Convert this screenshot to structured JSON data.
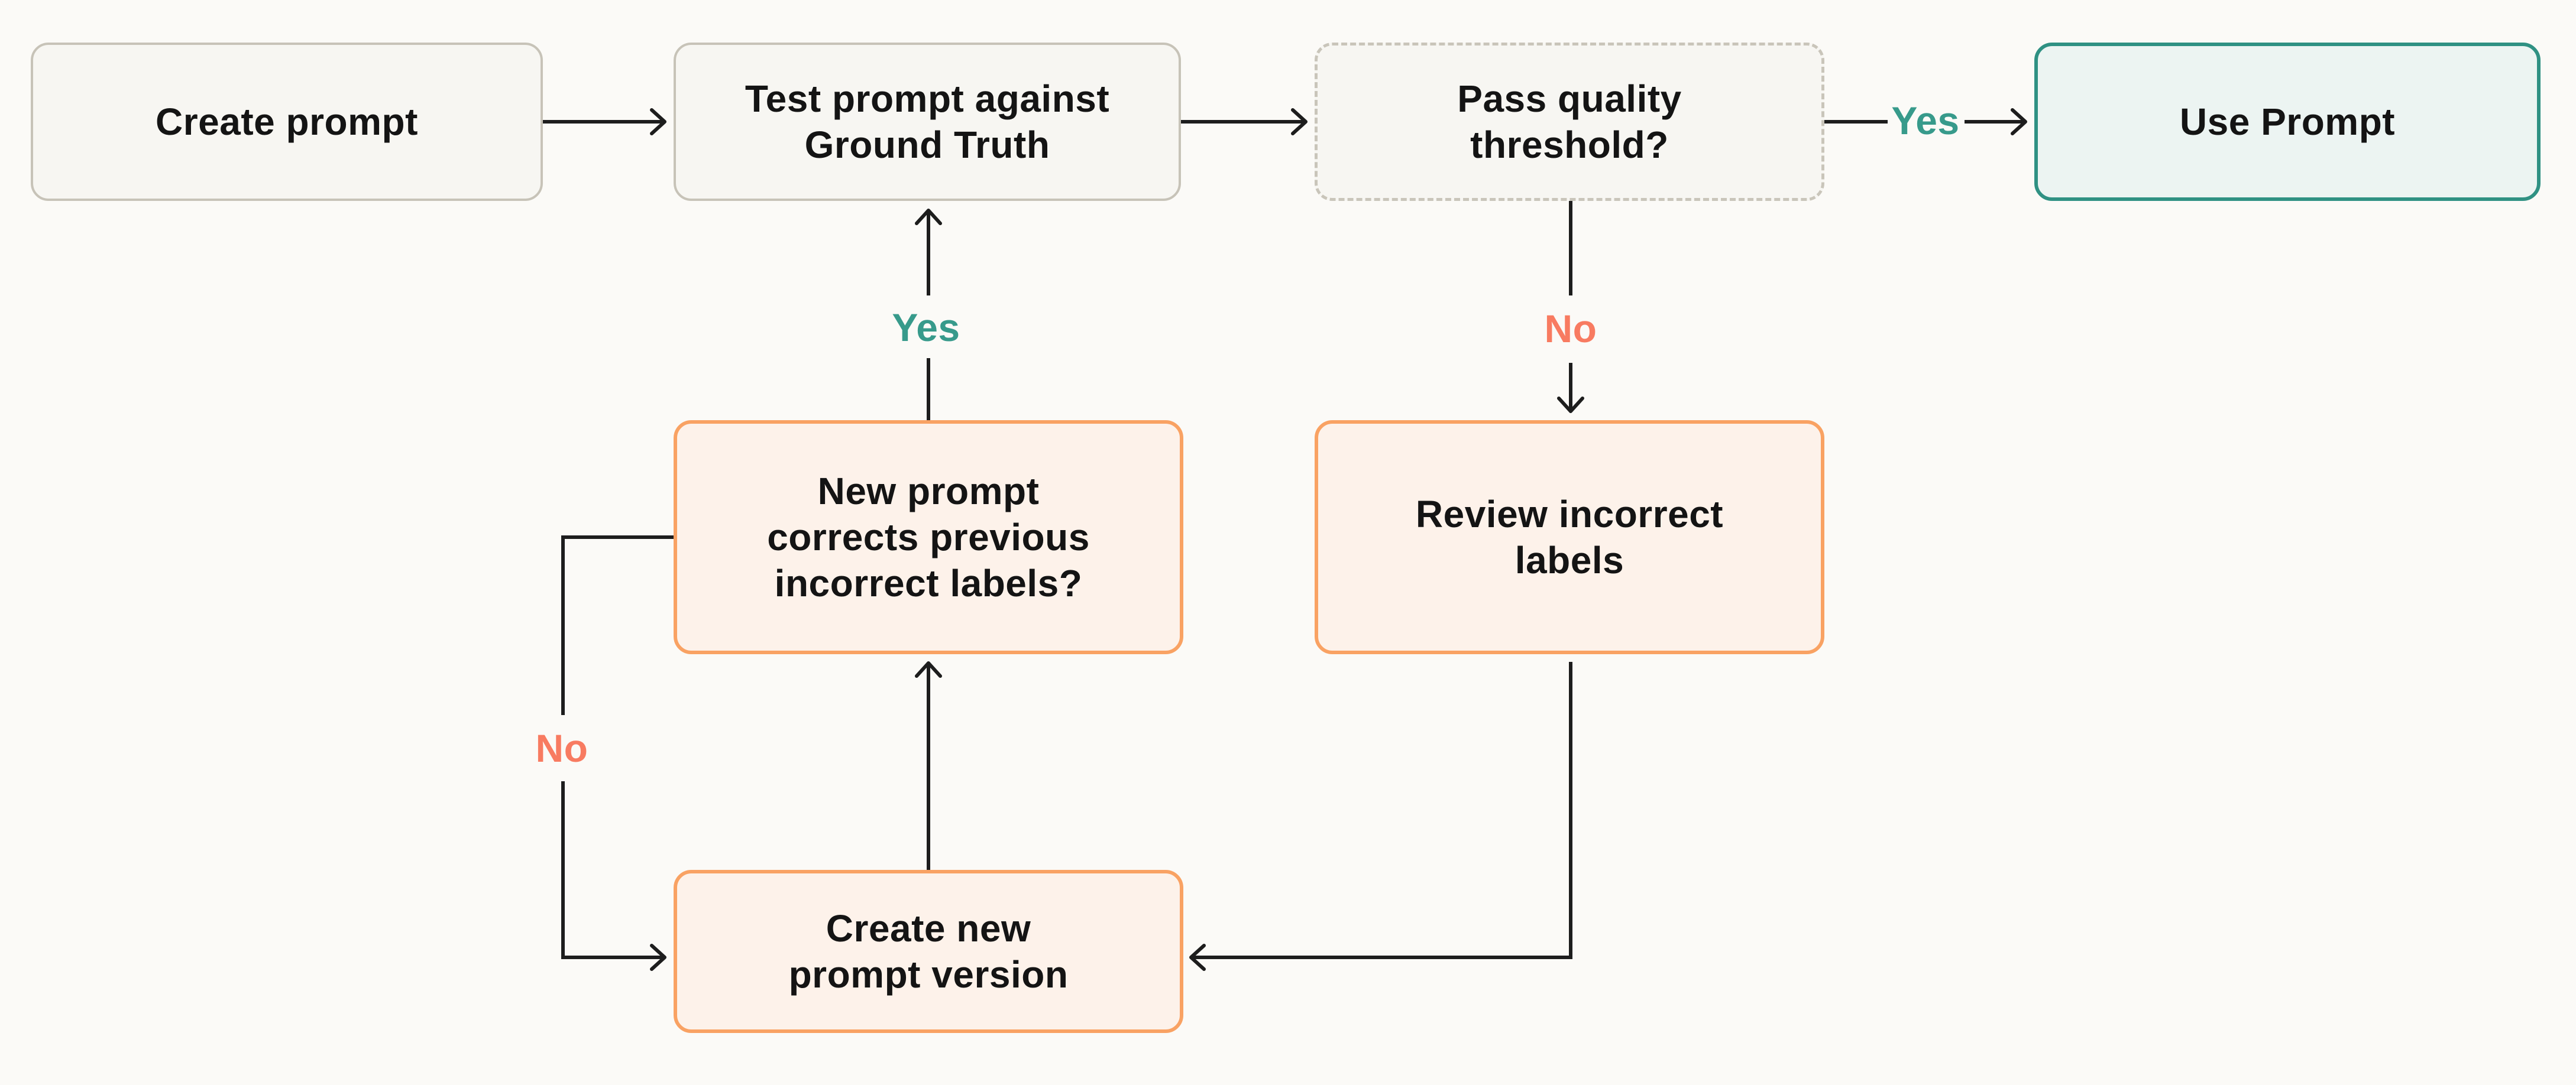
{
  "diagram": {
    "description": "Prompt iteration flowchart",
    "background": "#fbfaf7"
  },
  "palette": {
    "neutral_fill": "#f7f6f2",
    "neutral_border": "#c7c3b8",
    "dashed_border": "#c9c5ba",
    "success_fill": "#ecf4f2",
    "success_border": "#2f9183",
    "warning_fill": "#fdf2ea",
    "warning_border": "#f9a263",
    "yes_label_color": "#379a8b",
    "no_label_color": "#f87b61",
    "line_color": "#1d1d1d",
    "text_color": "#141414"
  },
  "nodes": [
    {
      "id": "create-prompt",
      "label": "Create prompt",
      "style": "neutral"
    },
    {
      "id": "test-prompt-against-ground-truth",
      "label": "Test prompt against\nGround Truth",
      "style": "neutral"
    },
    {
      "id": "pass-quality-threshold",
      "label": "Pass quality\nthreshold?",
      "style": "dashed"
    },
    {
      "id": "use-prompt",
      "label": "Use Prompt",
      "style": "success"
    },
    {
      "id": "new-prompt-corrects-previous-incorrect-labels",
      "label": "New prompt\ncorrects previous\nincorrect labels?",
      "style": "warning"
    },
    {
      "id": "review-incorrect-labels",
      "label": "Review incorrect\nlabels",
      "style": "warning"
    },
    {
      "id": "create-new-prompt-version",
      "label": "Create new\nprompt version",
      "style": "warning"
    }
  ],
  "edge_labels": [
    {
      "id": "yes-threshold-to-use-prompt",
      "text": "Yes",
      "color": "#379a8b"
    },
    {
      "id": "no-threshold-to-review",
      "text": "No",
      "color": "#f87b61"
    },
    {
      "id": "yes-corrects-to-test",
      "text": "Yes",
      "color": "#379a8b"
    },
    {
      "id": "no-corrects-loop",
      "text": "No",
      "color": "#f87b61"
    }
  ]
}
